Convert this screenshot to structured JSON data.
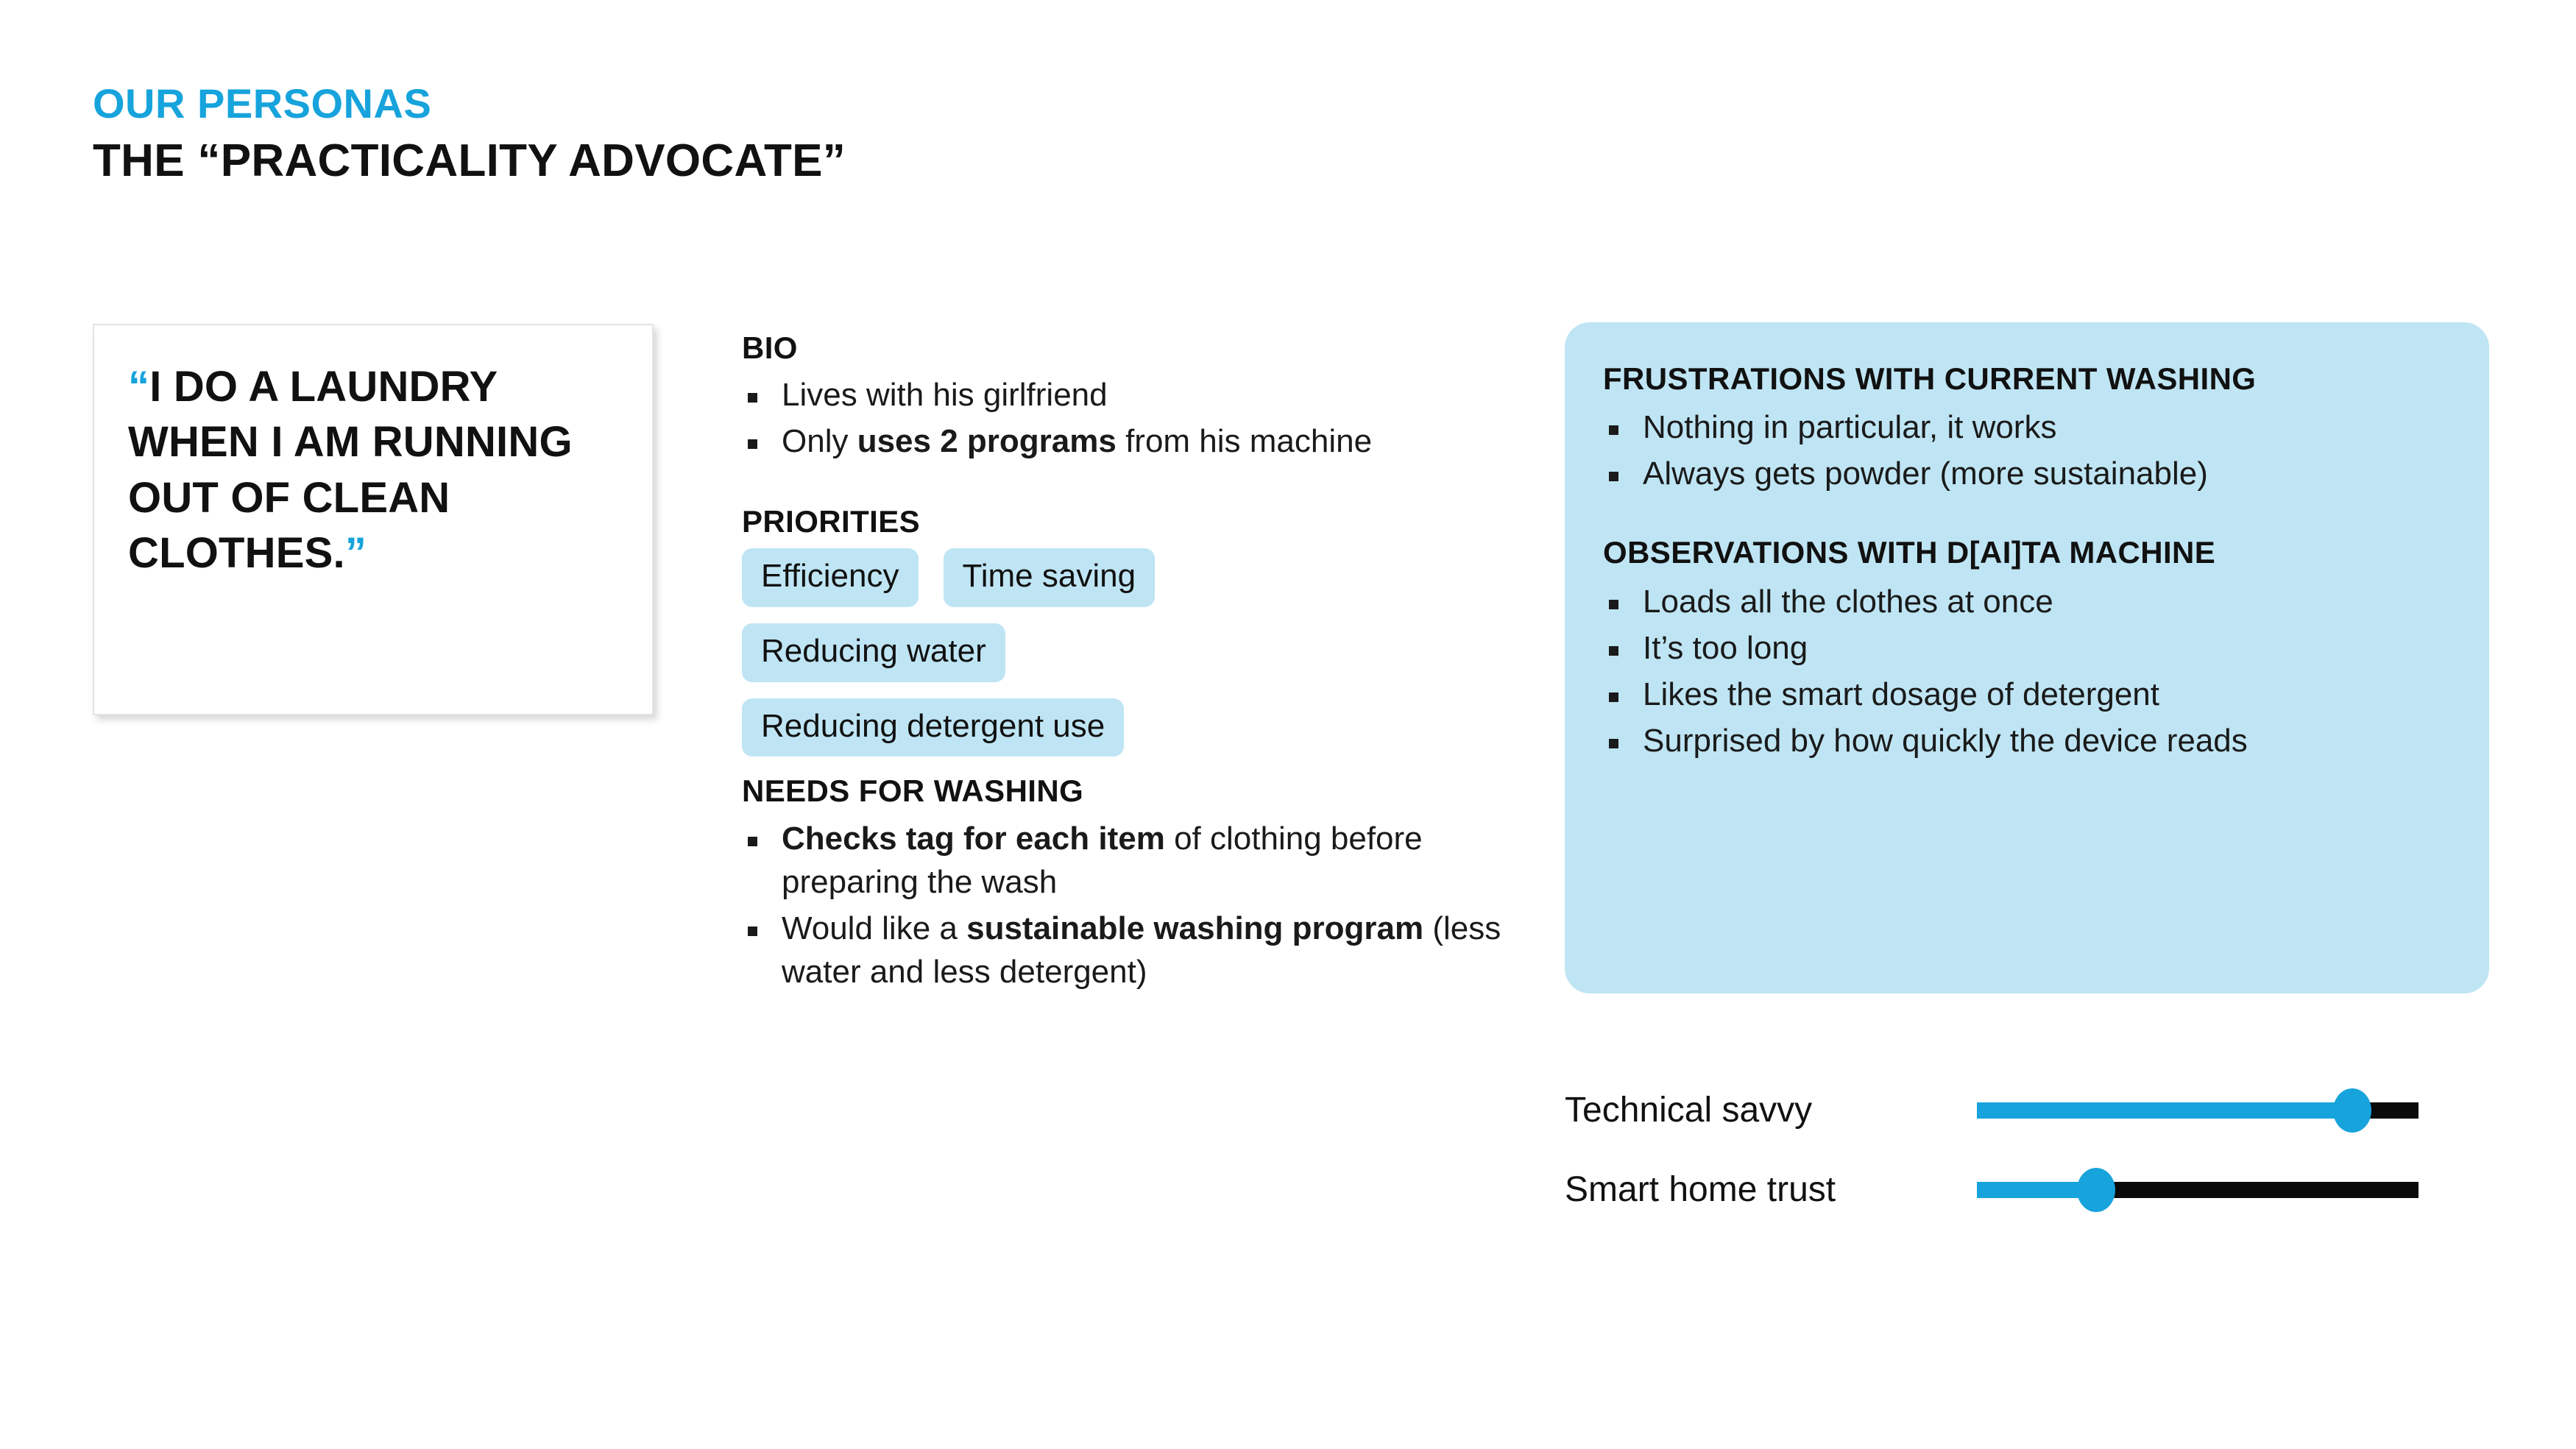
{
  "header": {
    "eyebrow": "OUR PERSONAS",
    "title": "THE “PRACTICALITY ADVOCATE”"
  },
  "colors": {
    "accent_blue": "#17A3DC",
    "panel_blue": "#BFE5F4",
    "text_black": "#111111",
    "card_border": "#E3E3E3"
  },
  "quote": {
    "open_mark": "“",
    "text": "I DO A LAUNDRY WHEN I AM RUNNING OUT OF CLEAN CLOTHES.",
    "close_mark": "”"
  },
  "bio": {
    "heading": "BIO",
    "items": [
      {
        "prefix": "Lives with his girlfriend",
        "bold": "",
        "suffix": ""
      },
      {
        "prefix": "Only ",
        "bold": "uses 2 programs",
        "suffix": " from his machine"
      }
    ]
  },
  "priorities": {
    "heading": "PRIORITIES",
    "rows": [
      [
        "Efficiency",
        "Time saving"
      ],
      [
        "Reducing water"
      ],
      [
        "Reducing detergent use"
      ]
    ]
  },
  "needs": {
    "heading": "NEEDS FOR WASHING",
    "items": [
      {
        "prefix": "",
        "bold": "Checks tag for each item",
        "suffix": " of clothing before preparing the wash"
      },
      {
        "prefix": "Would like a ",
        "bold": "sustainable washing program",
        "suffix": " (less water and less detergent)"
      }
    ]
  },
  "frustrations": {
    "heading": "FRUSTRATIONS WITH CURRENT WASHING",
    "items": [
      "Nothing in particular, it works",
      "Always gets powder (more sustainable)"
    ]
  },
  "observations": {
    "heading": "OBSERVATIONS WITH D[AI]TA MACHINE",
    "items": [
      "Loads all the clothes at once",
      "It’s too long",
      "Likes the smart dosage of detergent",
      "Surprised by how quickly the device reads"
    ]
  },
  "sliders": [
    {
      "label": "Technical savvy",
      "value": 85
    },
    {
      "label": "Smart home trust",
      "value": 27
    }
  ]
}
